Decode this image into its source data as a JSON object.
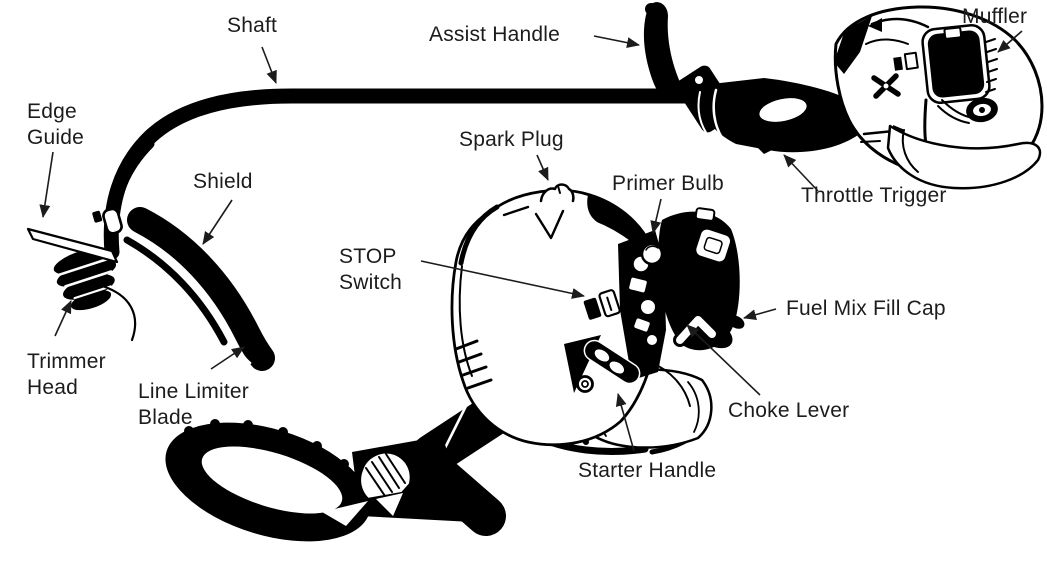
{
  "figure": {
    "type": "labeled-parts-diagram",
    "colors": {
      "background": "#ffffff",
      "line_art": "#000000",
      "label_text": "#1c1c1c"
    }
  },
  "labels": {
    "shaft": {
      "text": "Shaft"
    },
    "assist_handle": {
      "text": "Assist Handle"
    },
    "muffler": {
      "text": "Muffler"
    },
    "edge_guide": {
      "text": "Edge\nGuide"
    },
    "shield": {
      "text": "Shield"
    },
    "spark_plug": {
      "text": "Spark Plug"
    },
    "primer_bulb": {
      "text": "Primer Bulb"
    },
    "throttle_trigger": {
      "text": "Throttle Trigger"
    },
    "stop_switch": {
      "text": "STOP\nSwitch"
    },
    "fuel_mix_fill_cap": {
      "text": "Fuel Mix Fill Cap"
    },
    "choke_lever": {
      "text": "Choke Lever"
    },
    "starter_handle": {
      "text": "Starter Handle"
    },
    "trimmer_head": {
      "text": "Trimmer\nHead"
    },
    "line_limiter_blade": {
      "text": "Line Limiter\nBlade"
    }
  }
}
